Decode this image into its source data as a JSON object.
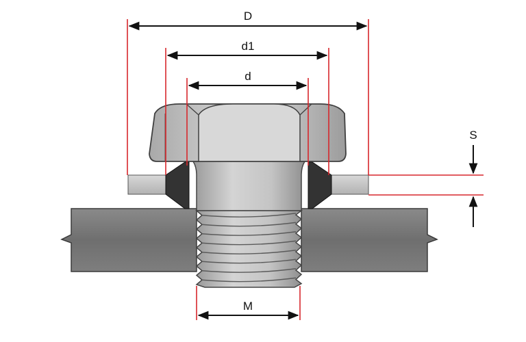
{
  "diagram": {
    "labels": {
      "D": "D",
      "d1": "d1",
      "d": "d",
      "S": "S",
      "M": "M"
    },
    "colors": {
      "reference_line": "#d7262b",
      "dimension_arrow": "#111111",
      "plate": "#7a7a7a",
      "bolt": "#bdbdbd",
      "washer_ring": "#c9c9c9",
      "washer_wedge": "#333333"
    }
  }
}
